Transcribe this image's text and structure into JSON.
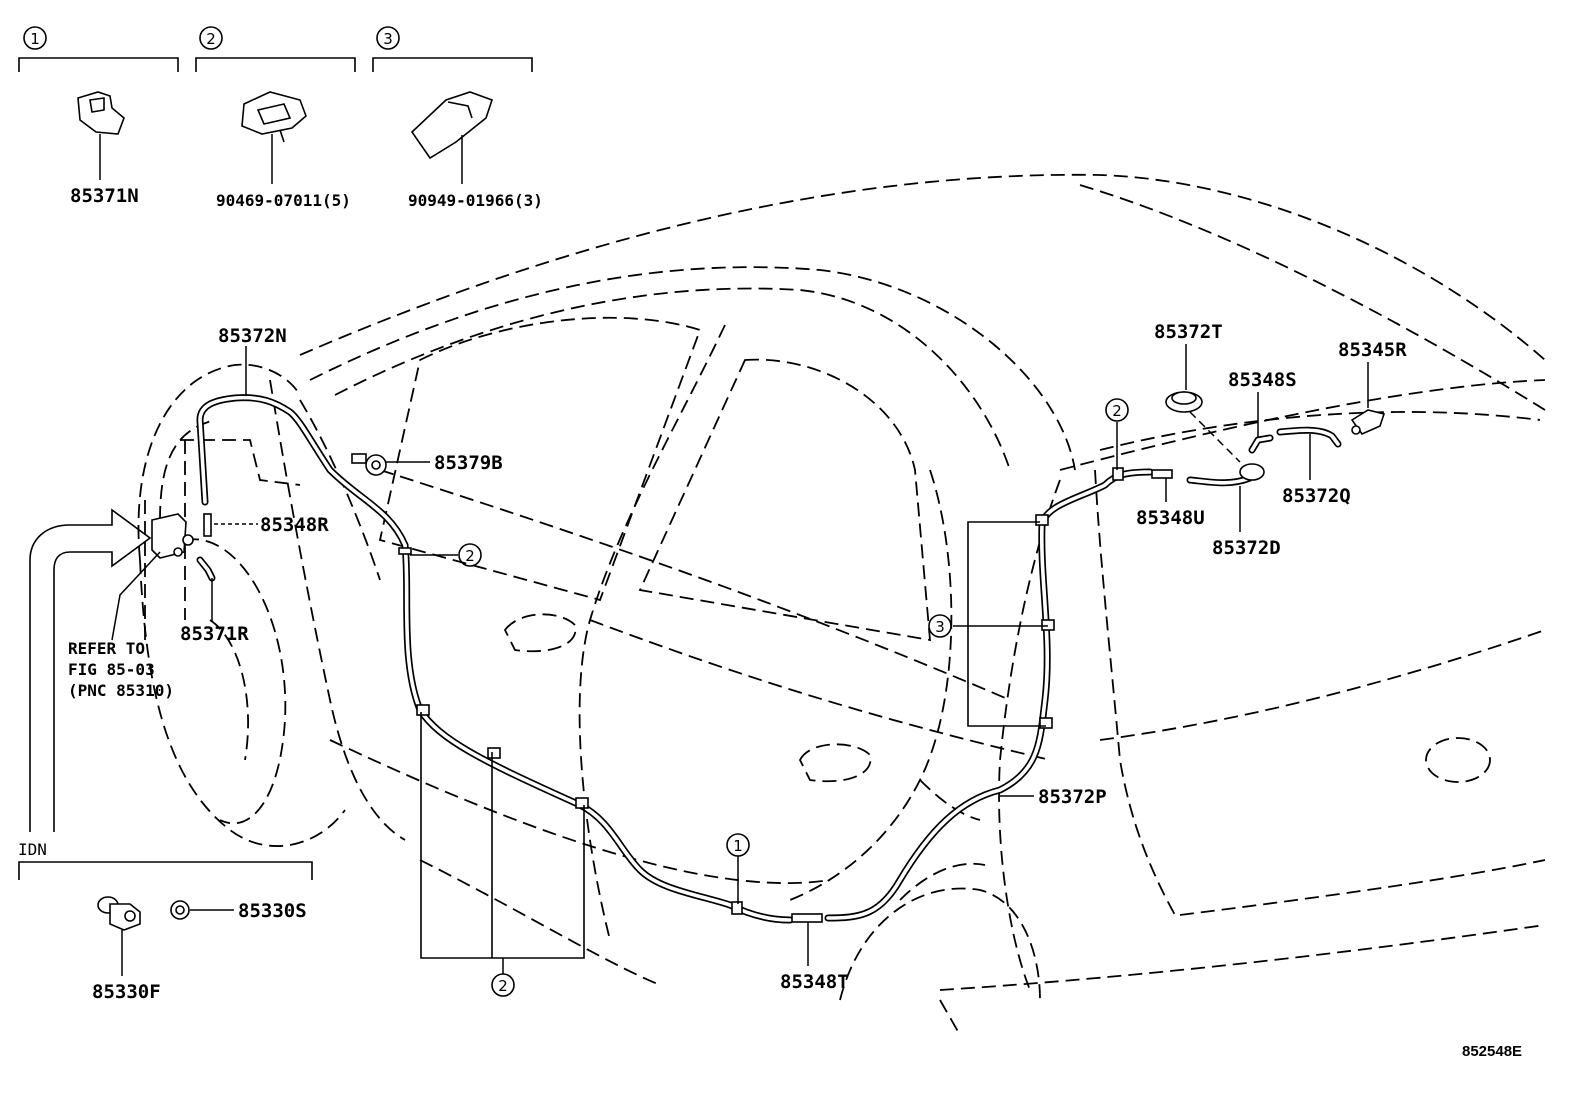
{
  "diagram": {
    "clip_groups": [
      {
        "marker": "1",
        "part_number": "85371N"
      },
      {
        "marker": "2",
        "part_number": "90469-07011(5)"
      },
      {
        "marker": "3",
        "part_number": "90949-01966(3)"
      }
    ],
    "idn_group": {
      "label": "IDN",
      "parts": [
        "85330F",
        "85330S"
      ]
    },
    "callouts": {
      "p85372N": "85372N",
      "p85379B": "85379B",
      "p85348R": "85348R",
      "p85371R": "85371R",
      "p85372T": "85372T",
      "p85348S": "85348S",
      "p85345R": "85345R",
      "p85348U": "85348U",
      "p85372Q": "85372Q",
      "p85372D": "85372D",
      "p85372P": "85372P",
      "p85348T": "85348T"
    },
    "reference_note": [
      "REFER TO",
      "FIG 85-03",
      "(PNC 85310)"
    ],
    "circle_markers": {
      "m2_left": "2",
      "m2_top": "2",
      "m3_right": "3",
      "m2_bottom": "2",
      "m1_bottom": "1"
    },
    "figure_code": "852548E"
  }
}
